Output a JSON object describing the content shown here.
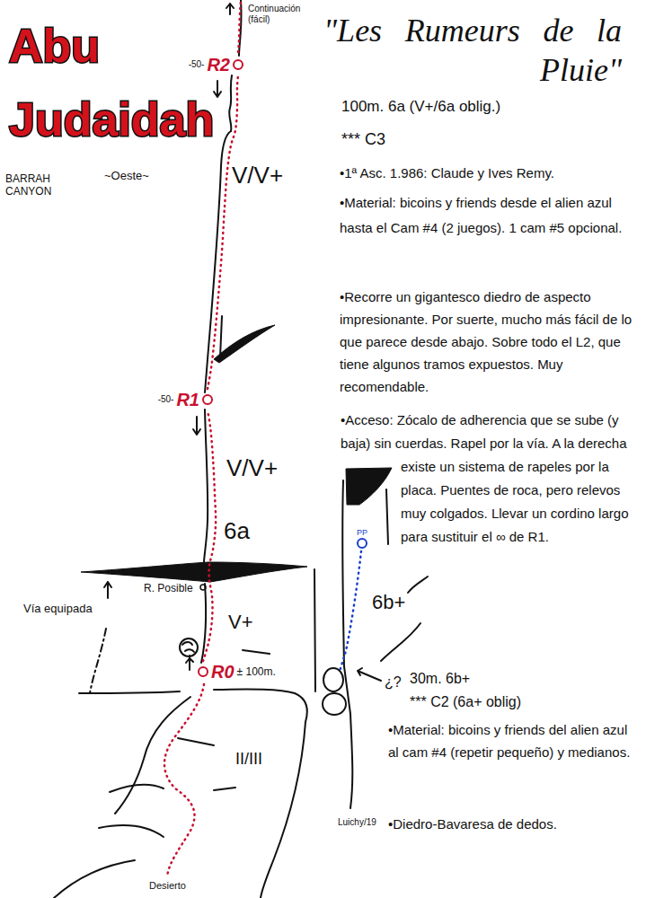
{
  "diagram": {
    "title": "Abu Judaidah",
    "nodes": [
      {
        "text": [
          "-50-",
          "R2"
        ]
      },
      {
        "text": [
          "-50-",
          "R1"
        ]
      },
      {
        "text": [
          "R0",
          "± 100m."
        ]
      },
      {
        "text": [
          "PP"
        ]
      }
    ],
    "edges": [
      {
        "from": 2,
        "to": 1,
        "arrow": "none"
      },
      {
        "from": 1,
        "to": 0,
        "arrow": "none"
      }
    ],
    "labels": [
      "BARRAH CANYON",
      "~Oeste~",
      "\"Les Rumeurs de la Pluie\"",
      "100m. 6a (V+/6a oblig.)",
      "*** C3",
      "•1ª Asc. 1.986: Claude y Ives Remy.",
      "•Material: bicoins y friends desde el alien azul hasta el Cam #4 (2 juegos). 1 cam #5 opcional.",
      "•Recorre un gigantesco diedro de aspecto impresionante. Por suerte, mucho más fácil de lo que parece desde abajo. Sobre todo el L2, que tiene algunos tramos expuestos. Muy recomendable.",
      "•Acceso: Zócalo de adherencia que se sube (y baja) sin cuerdas. Rapel por la vía. A la derecha existe un sistema de rapeles por la placa. Puentes de roca, pero relevos muy colgados. Llevar un cordino largo para sustituir el ∞ de R1.",
      "Continuación (fácil)",
      "V/V+",
      "V/V+",
      "6a",
      "R. Posible",
      "V+",
      "Vía equipada",
      "II/III",
      "Desierto",
      "6b+",
      "¿?",
      "30m. 6b+",
      "*** C2 (6a+ oblig)",
      "•Material: bicoins y friends del alien azul al cam #4 (repetir pequeño) y medianos.",
      "•Diedro-Bavaresa de dedos.",
      "Luichy/19"
    ]
  }
}
